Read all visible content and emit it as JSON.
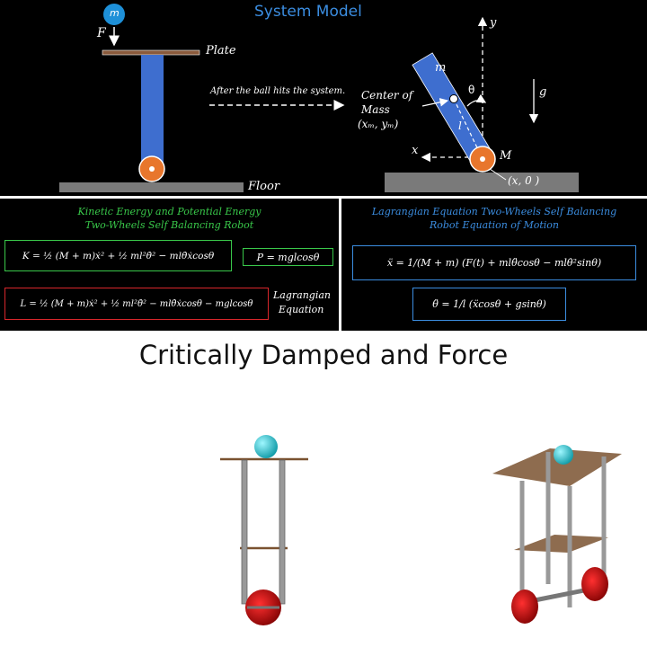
{
  "system_model": {
    "title": "System Model",
    "ball_label": "m",
    "force_label": "F",
    "plate_label": "Plate",
    "floor_label": "Floor",
    "transition_text": "After the ball hits the system.",
    "com_label_1": "Center of",
    "com_label_2": "Mass",
    "com_coords": "(xₘ, yₘ)",
    "rod_mass_label": "m",
    "theta_label": "θ",
    "length_label": "l",
    "wheel_mass_label": "M",
    "y_axis_label": "y",
    "x_axis_label": "x",
    "gravity_label": "g",
    "origin_label": "(x, 0 )"
  },
  "energy_panel": {
    "title_line1": "Kinetic Energy and Potential Energy",
    "title_line2": "Two-Wheels Self Balancing Robot",
    "kinetic_eq": "K = ½ (M + m)ẋ² + ½ ml²θ̇² − mlθ̇ẋcosθ",
    "potential_eq": "P = mglcosθ",
    "lagrangian_eq": "L = ½ (M + m)ẋ² + ½ ml²θ̇² − mlθ̇ẋcosθ − mglcosθ",
    "lagrangian_label_1": "Lagrangian",
    "lagrangian_label_2": "Equation"
  },
  "motion_panel": {
    "title_line1": "Lagrangian Equation Two-Wheels Self Balancing",
    "title_line2": "Robot Equation of Motion",
    "x_eq": "ẍ = 1/(M + m) (F(t) + mlθ̈cosθ − mlθ̇²sinθ)",
    "theta_eq": "θ̈ = 1/l (ẍcosθ + gsinθ)"
  },
  "simulation": {
    "heading": "Critically Damped and Force"
  },
  "colors": {
    "rod_blue": "#3e6ecf",
    "ball_blue": "#1e90d8",
    "wheel_orange": "#e8762c",
    "plate_brown": "#8a5a3c",
    "kinetic_green": "#39c84a",
    "lagrangian_red": "#d7262b",
    "motion_blue": "#3b8de0",
    "sim_ball_cyan": "#22c7cf",
    "sim_wheel_red": "#b30d0d"
  }
}
